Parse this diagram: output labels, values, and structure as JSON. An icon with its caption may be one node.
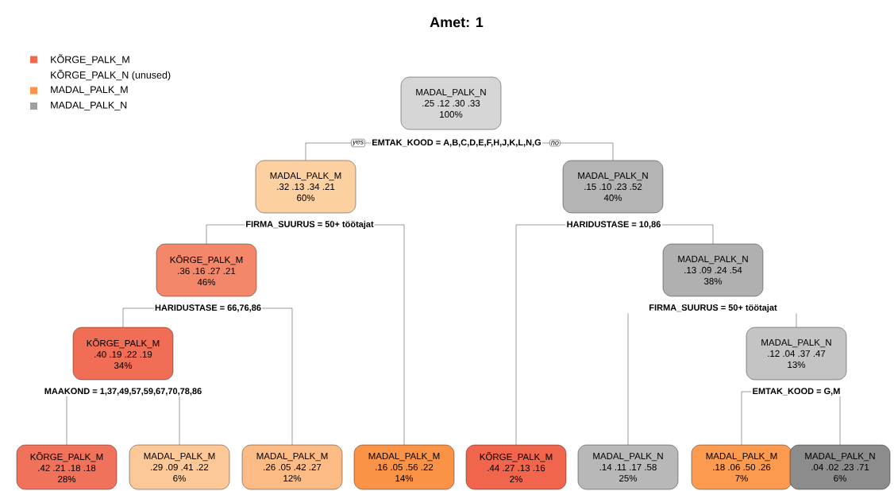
{
  "diagram": {
    "title": "Amet: 1",
    "nodes": [
      {
        "text": [
          "MADAL_PALK_N",
          ".25 .12 .30 .33",
          "100%"
        ]
      },
      {
        "text": [
          "EMTAK_KOOD = A,B,C,D,E,F,H,J,K,L,N,G"
        ]
      },
      {
        "text": [
          "MADAL_PALK_M",
          ".32 .13 .34 .21",
          "60%"
        ]
      },
      {
        "text": [
          "MADAL_PALK_N",
          ".15 .10 .23 .52",
          "40%"
        ]
      },
      {
        "text": [
          "FIRMA_SUURUS = 50+ töötajat"
        ]
      },
      {
        "text": [
          "HARIDUSTASE = 10,86"
        ]
      },
      {
        "text": [
          "KÕRGE_PALK_M",
          ".36 .16 .27 .21",
          "46%"
        ]
      },
      {
        "text": [
          "MADAL_PALK_N",
          ".13 .09 .24 .54",
          "38%"
        ]
      },
      {
        "text": [
          "HARIDUSTASE = 66,76,86"
        ]
      },
      {
        "text": [
          "FIRMA_SUURUS = 50+ töötajat"
        ]
      },
      {
        "text": [
          "KÕRGE_PALK_M",
          ".40 .19 .22 .19",
          "34%"
        ]
      },
      {
        "text": [
          "MADAL_PALK_N",
          ".12 .04 .37 .47",
          "13%"
        ]
      },
      {
        "text": [
          "MAAKOND = 1,37,49,57,59,67,70,78,86"
        ]
      },
      {
        "text": [
          "EMTAK_KOOD = G,M"
        ]
      },
      {
        "text": [
          "KÕRGE_PALK_M",
          ".42 .21 .18 .18",
          "28%"
        ]
      },
      {
        "text": [
          "MADAL_PALK_M",
          ".29 .09 .41 .22",
          "6%"
        ]
      },
      {
        "text": [
          "MADAL_PALK_M",
          ".26 .05 .42 .27",
          "12%"
        ]
      },
      {
        "text": [
          "MADAL_PALK_M",
          ".16 .05 .56 .22",
          "14%"
        ]
      },
      {
        "text": [
          "KÕRGE_PALK_M",
          ".44 .27 .13 .16",
          "2%"
        ]
      },
      {
        "text": [
          "MADAL_PALK_N",
          ".14 .11 .17 .58",
          "25%"
        ]
      },
      {
        "text": [
          "MADAL_PALK_M",
          ".18 .06 .50 .26",
          "7%"
        ]
      },
      {
        "text": [
          "MADAL_PALK_N",
          ".04 .02 .23 .71",
          "6%"
        ]
      }
    ],
    "edges": [
      {
        "from": 1,
        "to": 2,
        "arrow": "none",
        "label": "yes"
      },
      {
        "from": 1,
        "to": 3,
        "arrow": "none",
        "label": "no"
      },
      {
        "from": 4,
        "to": 6,
        "arrow": "none"
      },
      {
        "from": 4,
        "to": 17,
        "arrow": "none"
      },
      {
        "from": 5,
        "to": 18,
        "arrow": "none"
      },
      {
        "from": 5,
        "to": 7,
        "arrow": "none"
      },
      {
        "from": 8,
        "to": 10,
        "arrow": "none"
      },
      {
        "from": 8,
        "to": 16,
        "arrow": "none"
      },
      {
        "from": 9,
        "to": 19,
        "arrow": "none"
      },
      {
        "from": 9,
        "to": 11,
        "arrow": "none"
      },
      {
        "from": 12,
        "to": 14,
        "arrow": "none"
      },
      {
        "from": 12,
        "to": 15,
        "arrow": "none"
      },
      {
        "from": 13,
        "to": 20,
        "arrow": "none"
      },
      {
        "from": 13,
        "to": 21,
        "arrow": "none"
      }
    ],
    "legend": [
      {
        "text": "KÕRGE_PALK_M",
        "color": "#f0694f"
      },
      {
        "text": "KÕRGE_PALK_N (unused)"
      },
      {
        "text": "MADAL_PALK_M",
        "color": "#fb9448"
      },
      {
        "text": "MADAL_PALK_N",
        "color": "#a0a0a0"
      }
    ]
  }
}
